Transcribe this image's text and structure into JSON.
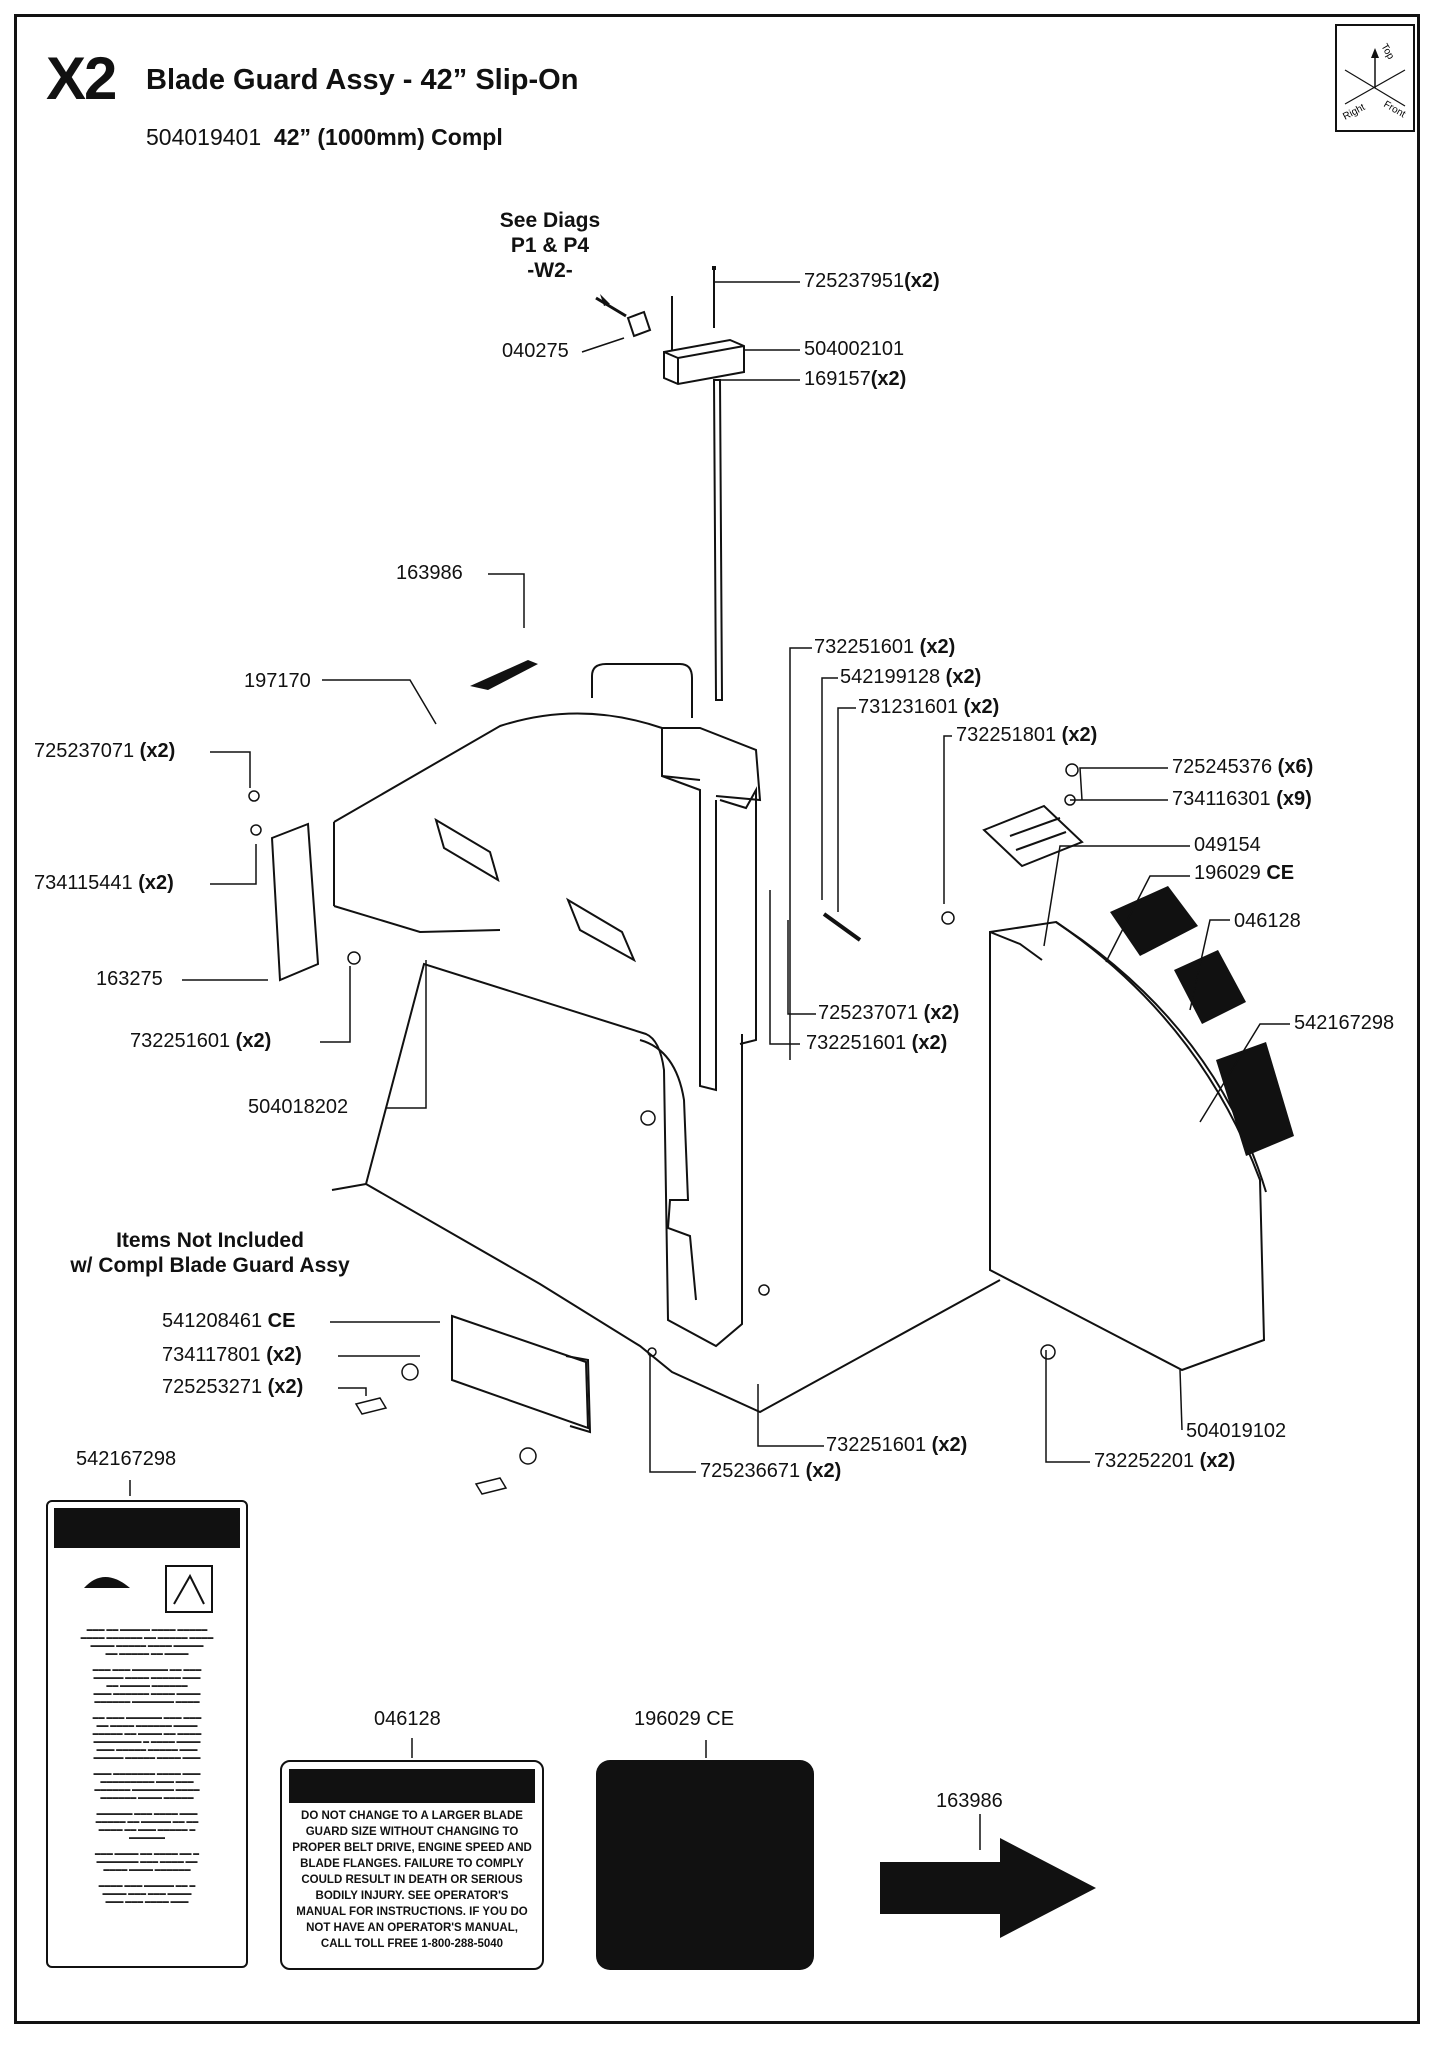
{
  "header": {
    "sheet_code": "X2",
    "title": "Blade Guard Assy - 42” Slip-On",
    "part_number": "504019401",
    "part_description": "42” (1000mm) Compl"
  },
  "compass": {
    "top": "Top",
    "right": "Right",
    "front": "Front"
  },
  "notes": {
    "see_diags": [
      "See Diags",
      "P1 & P4",
      "-W2-"
    ],
    "not_included": [
      "Items Not Included",
      "w/ Compl Blade Guard Assy"
    ]
  },
  "callouts": [
    {
      "number": "725237951",
      "qty": "(x2)"
    },
    {
      "number": "040275",
      "qty": ""
    },
    {
      "number": "504002101",
      "qty": ""
    },
    {
      "number": "169157",
      "qty": "(x2)"
    },
    {
      "number": "163986",
      "qty": ""
    },
    {
      "number": "197170",
      "qty": ""
    },
    {
      "number": "725237071",
      "qty": "(x2)"
    },
    {
      "number": "734115441",
      "qty": "(x2)"
    },
    {
      "number": "163275",
      "qty": ""
    },
    {
      "number": "732251601",
      "qty": "(x2)"
    },
    {
      "number": "504018202",
      "qty": ""
    },
    {
      "number": "732251601",
      "qty": "(x2)"
    },
    {
      "number": "542199128",
      "qty": "(x2)"
    },
    {
      "number": "731231601",
      "qty": "(x2)"
    },
    {
      "number": "732251801",
      "qty": "(x2)"
    },
    {
      "number": "725245376",
      "qty": "(x6)"
    },
    {
      "number": "734116301",
      "qty": "(x9)"
    },
    {
      "number": "049154",
      "qty": ""
    },
    {
      "number": "196029",
      "qty": "CE"
    },
    {
      "number": "046128",
      "qty": ""
    },
    {
      "number": "542167298",
      "qty": ""
    },
    {
      "number": "725237071",
      "qty": "(x2)"
    },
    {
      "number": "732251601",
      "qty": "(x2)"
    },
    {
      "number": "504019102",
      "qty": ""
    },
    {
      "number": "541208461",
      "qty": "CE"
    },
    {
      "number": "734117801",
      "qty": "(x2)"
    },
    {
      "number": "725253271",
      "qty": "(x2)"
    },
    {
      "number": "732251601",
      "qty": "(x2)"
    },
    {
      "number": "725236671",
      "qty": "(x2)"
    },
    {
      "number": "732252201",
      "qty": "(x2)"
    }
  ],
  "decals": {
    "decal_542167298": {
      "label": "542167298"
    },
    "decal_046128": {
      "label": "046128",
      "text": "DO NOT CHANGE TO A LARGER BLADE GUARD SIZE WITHOUT CHANGING TO PROPER BELT DRIVE, ENGINE SPEED AND BLADE FLANGES. FAILURE TO COMPLY COULD RESULT IN DEATH OR SERIOUS BODILY INJURY. SEE OPERATOR'S MANUAL FOR INSTRUCTIONS. IF YOU DO NOT HAVE AN OPERATOR'S MANUAL, CALL TOLL FREE 1-800-288-5040"
    },
    "decal_196029": {
      "label": "196029 CE"
    },
    "decal_163986": {
      "label": "163986"
    }
  },
  "colors": {
    "ink": "#111111",
    "paper": "#ffffff"
  },
  "icons": [
    "compass-icon",
    "arrow-icon",
    "hazard-icon"
  ]
}
